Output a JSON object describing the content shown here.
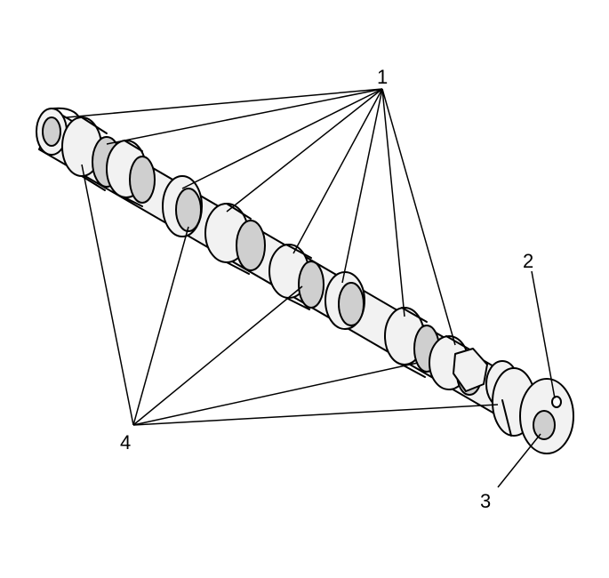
{
  "diagram": {
    "callouts": [
      {
        "id": "c1",
        "label": "1"
      },
      {
        "id": "c2",
        "label": "2"
      },
      {
        "id": "c3",
        "label": "3"
      },
      {
        "id": "c4",
        "label": "4"
      }
    ],
    "colors": {
      "stroke": "#000000",
      "part_fill": "#f2f2f2",
      "shade_fill": "#cfcfcf",
      "background": "#ffffff"
    }
  }
}
